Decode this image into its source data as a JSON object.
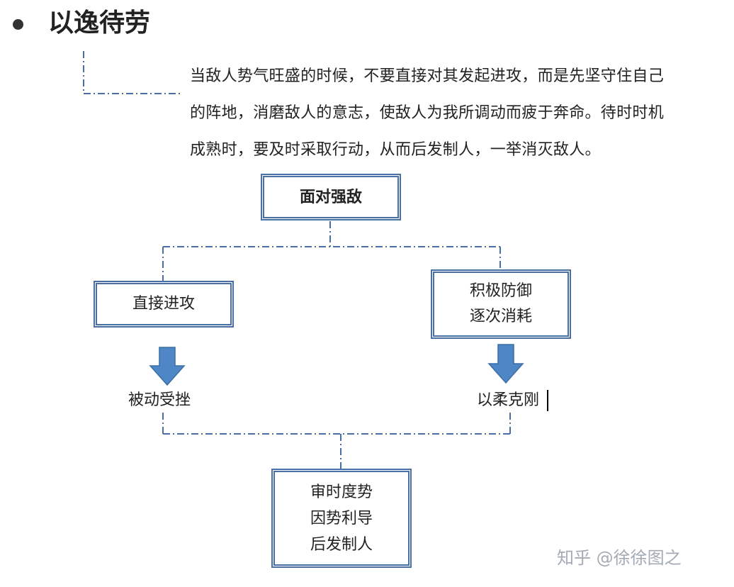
{
  "title": "以逸待劳",
  "description_lines": [
    "当敌人势气旺盛的时候，不要直接对其发起进攻，而是先坚守住自己",
    "的阵地，消磨敌人的意志，使敌人为我所调动而疲于奔命。待时时机",
    "成熟时，要及时采取行动，从而后发制人，一举消灭敌人。"
  ],
  "diagram": {
    "root": {
      "label": "面对强敌"
    },
    "left_branch": {
      "label": "直接进攻",
      "outcome": "被动受挫"
    },
    "right_branch": {
      "lines": [
        "积极防御",
        "逐次消耗"
      ],
      "outcome": "以柔克刚"
    },
    "result": {
      "lines": [
        "审时度势",
        "因势利导",
        "后发制人"
      ]
    }
  },
  "watermark": "知乎 @徐徐图之",
  "colors": {
    "box_border": "#4a6fa5",
    "connector": "#4a6fa5",
    "arrow_fill": "#4f86c6",
    "arrow_stroke": "#3a6ea5",
    "text": "#222222",
    "watermark": "#9aa3ad"
  }
}
